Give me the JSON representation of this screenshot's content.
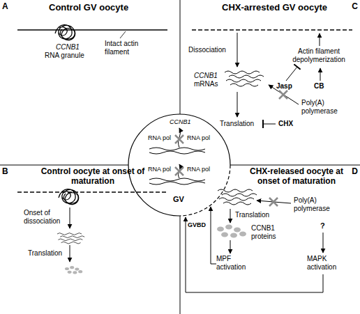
{
  "diagram": {
    "labels": [
      "A",
      "Control GV oocyte",
      "CCNB1",
      "RNA granule",
      "Intact actin filament",
      "B",
      "Control oocyte at onset of maturation",
      "Onset of dissociation",
      "Translation",
      "C",
      "CHX-arrested GV oocyte",
      "Dissociation",
      "Actin filament depolymerization",
      "Jasp",
      "CB",
      "CCNB1",
      "mRNAs",
      "Poly(A) polymerase",
      "Translation",
      "CHX",
      "D",
      "CHX-released oocyte at onset of maturation",
      "Poly(A) polymerase",
      "Translation",
      "CCNB1 proteins",
      "?",
      "MPF activation",
      "MAPK activation",
      "GVBD",
      "CCNB1",
      "RNA pol",
      "RNA pol",
      "RNA pol",
      "RNA pol",
      "GV"
    ]
  }
}
